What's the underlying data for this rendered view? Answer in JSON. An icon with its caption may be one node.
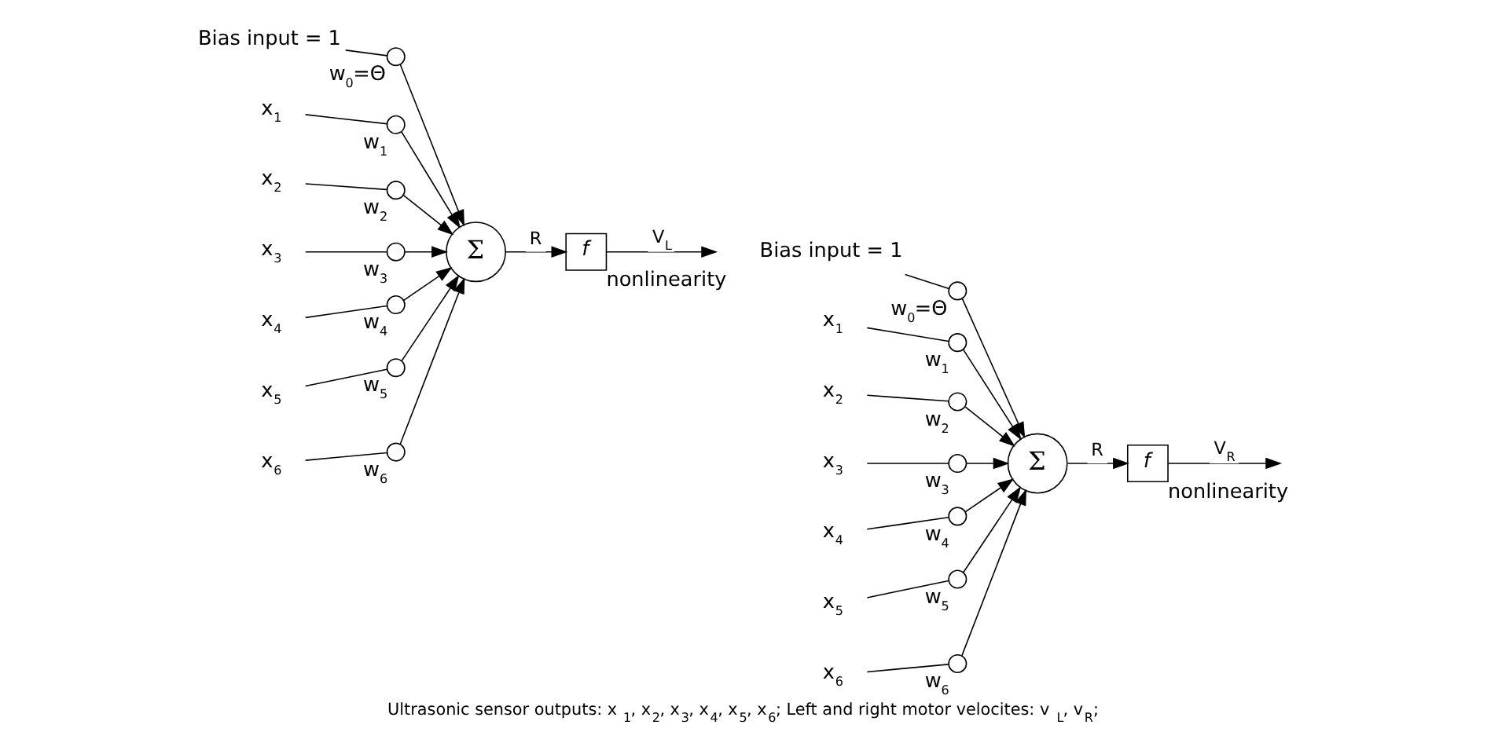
{
  "diagram": {
    "caption": "Ultrasonic sensor outputs: x$_{1}$, x$_{2}$, x$_{3}$, x$_{4}$, x$_{5}$, x$_{6}$; Left and right motor velocites: v$_{L}$, v$_{R}$;",
    "nodes": [
      {
        "text": [
          "Bias input = 1"
        ]
      },
      {
        "text": [
          "x$_{1}$"
        ]
      },
      {
        "text": [
          "x$_{2}$"
        ]
      },
      {
        "text": [
          "x$_{3}$"
        ]
      },
      {
        "text": [
          "x$_{4}$"
        ]
      },
      {
        "text": [
          "x$_{5}$"
        ]
      },
      {
        "text": [
          "x$_{6}$"
        ]
      },
      {
        "text": [],
        "shape": "circle",
        "beside": [
          "w$_{0}$=Θ"
        ]
      },
      {
        "text": [],
        "shape": "circle",
        "beside": [
          "w$_{1}$"
        ]
      },
      {
        "text": [],
        "shape": "circle",
        "beside": [
          "w$_{2}$"
        ]
      },
      {
        "text": [],
        "shape": "circle",
        "beside": [
          "w$_{3}$"
        ]
      },
      {
        "text": [],
        "shape": "circle",
        "beside": [
          "w$_{4}$"
        ]
      },
      {
        "text": [],
        "shape": "circle",
        "beside": [
          "w$_{5}$"
        ]
      },
      {
        "text": [],
        "shape": "circle",
        "beside": [
          "w$_{6}$"
        ]
      },
      {
        "text": [
          "Σ"
        ]
      },
      {
        "text": [
          "f"
        ],
        "beside": [
          "nonlinearity"
        ]
      },
      {
        "text": [
          "Bias input = 1"
        ]
      },
      {
        "text": [
          "x$_{1}$"
        ]
      },
      {
        "text": [
          "x$_{2}$"
        ]
      },
      {
        "text": [
          "x$_{3}$"
        ]
      },
      {
        "text": [
          "x$_{4}$"
        ]
      },
      {
        "text": [
          "x$_{5}$"
        ]
      },
      {
        "text": [
          "x$_{6}$"
        ]
      },
      {
        "text": [],
        "shape": "circle",
        "beside": [
          "w$_{0}$=Θ"
        ]
      },
      {
        "text": [],
        "shape": "circle",
        "beside": [
          "w$_{1}$"
        ]
      },
      {
        "text": [],
        "shape": "circle",
        "beside": [
          "w$_{2}$"
        ]
      },
      {
        "text": [],
        "shape": "circle",
        "beside": [
          "w$_{3}$"
        ]
      },
      {
        "text": [],
        "shape": "circle",
        "beside": [
          "w$_{4}$"
        ]
      },
      {
        "text": [],
        "shape": "circle",
        "beside": [
          "w$_{5}$"
        ]
      },
      {
        "text": [],
        "shape": "circle",
        "beside": [
          "w$_{6}$"
        ]
      },
      {
        "text": [
          "Σ"
        ]
      },
      {
        "text": [
          "f"
        ],
        "beside": [
          "nonlinearity"
        ]
      }
    ],
    "edges": [
      {
        "from": 0,
        "to": 7,
        "arrow": "none"
      },
      {
        "from": 7,
        "to": 14,
        "arrow": "to"
      },
      {
        "from": 1,
        "to": 8,
        "arrow": "none"
      },
      {
        "from": 8,
        "to": 14,
        "arrow": "to"
      },
      {
        "from": 2,
        "to": 9,
        "arrow": "none"
      },
      {
        "from": 9,
        "to": 14,
        "arrow": "to"
      },
      {
        "from": 3,
        "to": 10,
        "arrow": "none"
      },
      {
        "from": 10,
        "to": 14,
        "arrow": "to"
      },
      {
        "from": 4,
        "to": 11,
        "arrow": "none"
      },
      {
        "from": 11,
        "to": 14,
        "arrow": "to"
      },
      {
        "from": 5,
        "to": 12,
        "arrow": "none"
      },
      {
        "from": 12,
        "to": 14,
        "arrow": "to"
      },
      {
        "from": 6,
        "to": 13,
        "arrow": "none"
      },
      {
        "from": 13,
        "to": 14,
        "arrow": "to"
      },
      {
        "from": 14,
        "to": 15,
        "arrow": "to",
        "label": "R"
      },
      {
        "from": 15,
        "to": null,
        "arrow": "to",
        "label": "V$_{L}$"
      },
      {
        "from": 16,
        "to": 23,
        "arrow": "none"
      },
      {
        "from": 23,
        "to": 30,
        "arrow": "to"
      },
      {
        "from": 17,
        "to": 24,
        "arrow": "none"
      },
      {
        "from": 24,
        "to": 30,
        "arrow": "to"
      },
      {
        "from": 18,
        "to": 25,
        "arrow": "none"
      },
      {
        "from": 25,
        "to": 30,
        "arrow": "to"
      },
      {
        "from": 19,
        "to": 26,
        "arrow": "none"
      },
      {
        "from": 26,
        "to": 30,
        "arrow": "to"
      },
      {
        "from": 20,
        "to": 27,
        "arrow": "none"
      },
      {
        "from": 27,
        "to": 30,
        "arrow": "to"
      },
      {
        "from": 21,
        "to": 28,
        "arrow": "none"
      },
      {
        "from": 28,
        "to": 30,
        "arrow": "to"
      },
      {
        "from": 22,
        "to": 29,
        "arrow": "none"
      },
      {
        "from": 29,
        "to": 30,
        "arrow": "to"
      },
      {
        "from": 30,
        "to": 31,
        "arrow": "to",
        "label": "R"
      },
      {
        "from": 31,
        "to": null,
        "arrow": "to",
        "label": "V$_{R}$"
      }
    ]
  }
}
